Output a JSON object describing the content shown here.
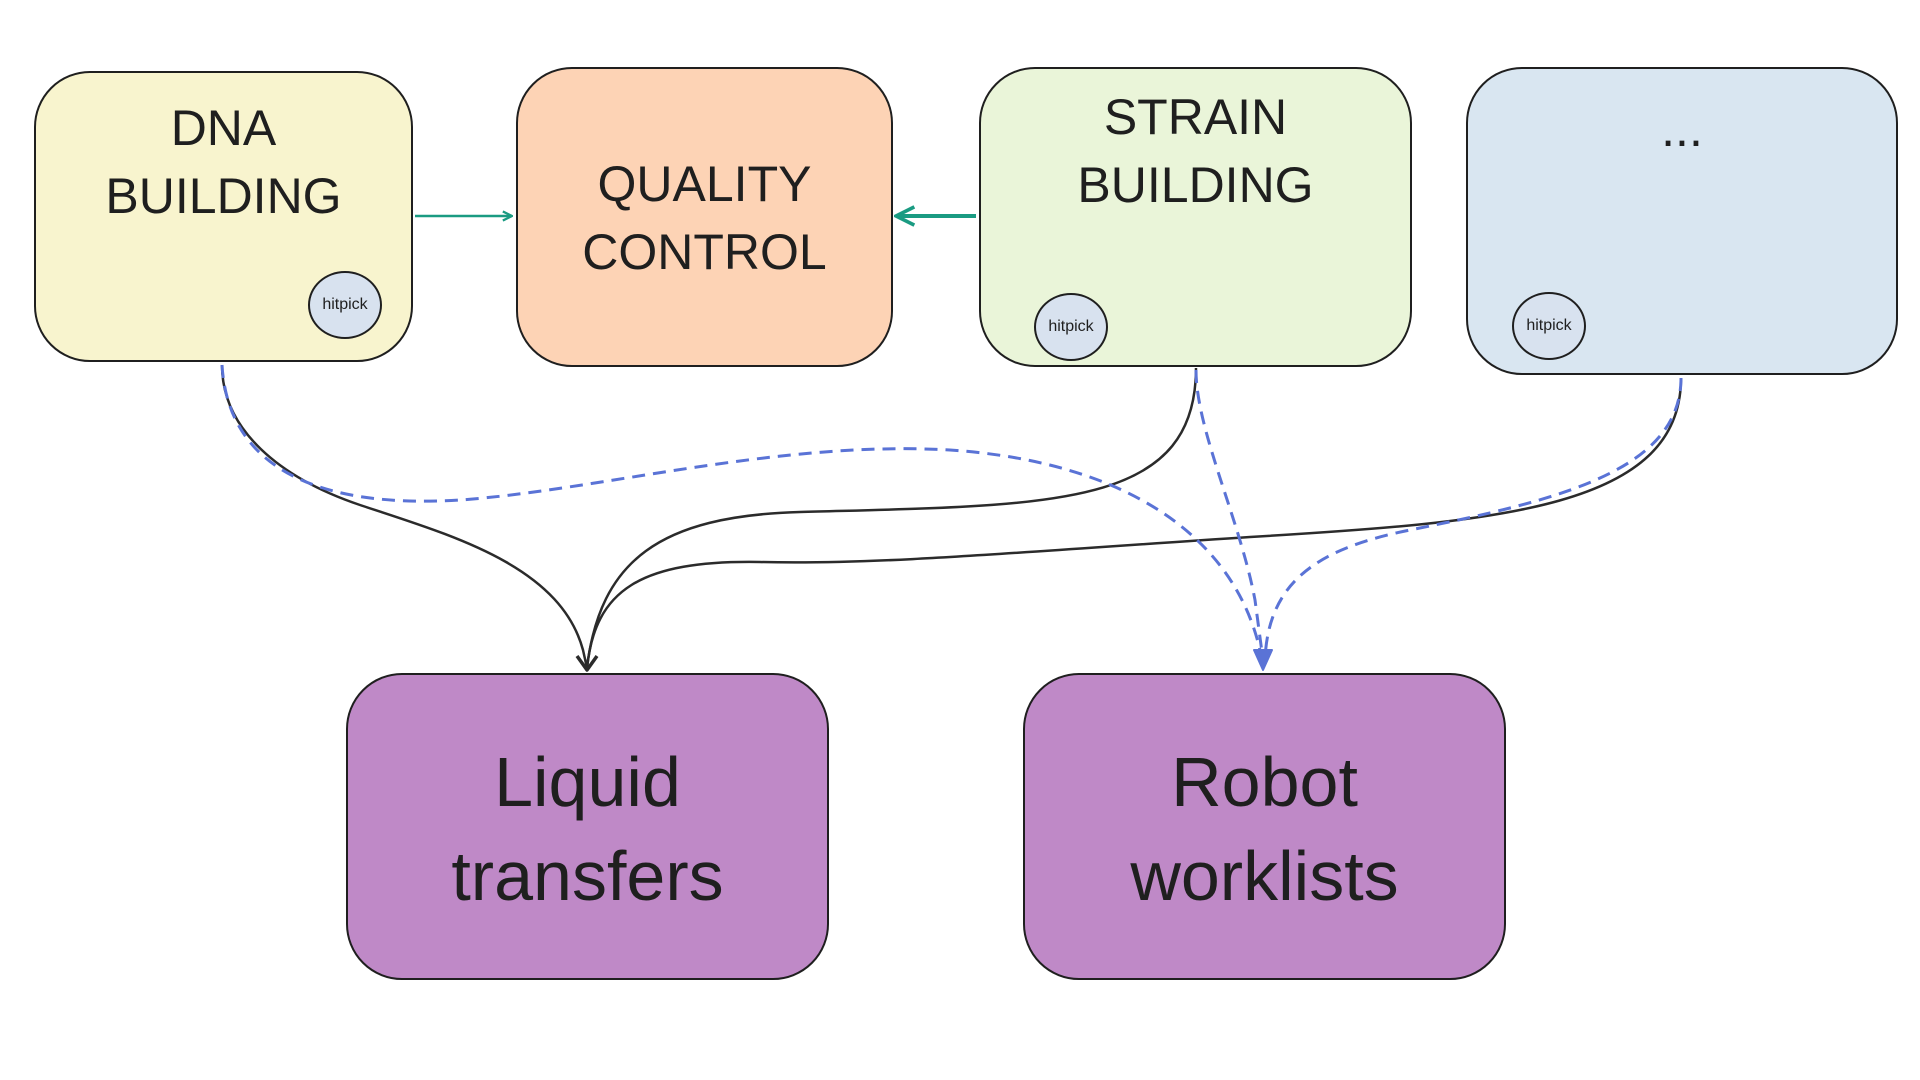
{
  "diagram": {
    "nodes": {
      "dna_building": {
        "lines": [
          "DNA",
          "BUILDING"
        ],
        "chip": "hitpick",
        "fill": "#f8f4ce"
      },
      "quality_control": {
        "lines": [
          "QUALITY",
          "CONTROL"
        ],
        "fill": "#fdd3b5"
      },
      "strain_building": {
        "lines": [
          "STRAIN",
          "BUILDING"
        ],
        "chip": "hitpick",
        "fill": "#eaf5d9"
      },
      "more": {
        "lines": [
          "..."
        ],
        "chip": "hitpick",
        "fill": "#d9e6f1"
      },
      "liquid_transfers": {
        "lines": [
          "Liquid",
          "transfers"
        ],
        "fill": "#bf89c7"
      },
      "robot_worklists": {
        "lines": [
          "Robot",
          "worklists"
        ],
        "fill": "#bf89c7"
      }
    },
    "colors": {
      "teal_arrow": "#1a9b82",
      "solid_connector": "#2b2b2b",
      "dashed_connector": "#5a73d6",
      "border": "#1f1f1f"
    },
    "edges": [
      {
        "from": "dna_building",
        "to": "quality_control",
        "style": "solid-teal"
      },
      {
        "from": "strain_building",
        "to": "quality_control",
        "style": "solid-teal"
      },
      {
        "from": "dna_building",
        "to": "liquid_transfers",
        "style": "solid"
      },
      {
        "from": "strain_building",
        "to": "liquid_transfers",
        "style": "solid"
      },
      {
        "from": "more",
        "to": "liquid_transfers",
        "style": "solid"
      },
      {
        "from": "dna_building",
        "to": "robot_worklists",
        "style": "dashed"
      },
      {
        "from": "strain_building",
        "to": "robot_worklists",
        "style": "dashed"
      },
      {
        "from": "more",
        "to": "robot_worklists",
        "style": "dashed"
      }
    ]
  }
}
